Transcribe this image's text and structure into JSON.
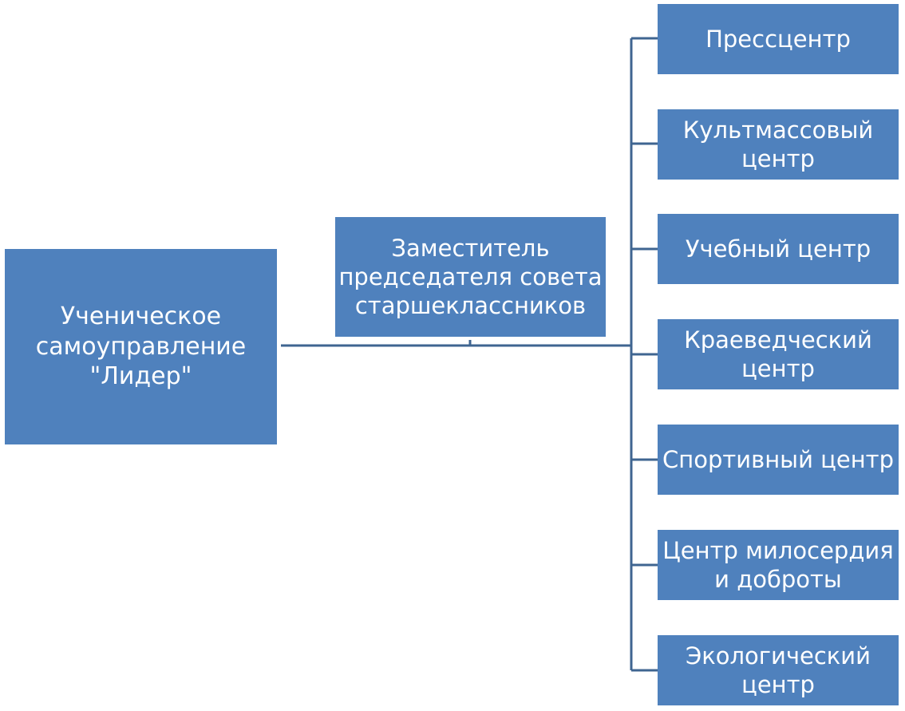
{
  "diagram": {
    "root": {
      "label_lines": [
        "Ученическое",
        "самоуправление",
        "\"Лидер\""
      ]
    },
    "deputy": {
      "label_lines": [
        "Заместитель",
        "председателя совета",
        "старшеклассников"
      ]
    },
    "centers": [
      {
        "label_lines": [
          "Прессцентр"
        ]
      },
      {
        "label_lines": [
          "Культмассовый",
          "центр"
        ]
      },
      {
        "label_lines": [
          "Учебный центр"
        ]
      },
      {
        "label_lines": [
          "Краеведческий",
          "центр"
        ]
      },
      {
        "label_lines": [
          "Спортивный центр"
        ]
      },
      {
        "label_lines": [
          "Центр милосердия",
          "и доброты"
        ]
      },
      {
        "label_lines": [
          "Экологический",
          "центр"
        ]
      }
    ],
    "colors": {
      "node_fill": "#4f81bd",
      "node_text": "#ffffff",
      "connector": "#3f6591"
    }
  }
}
